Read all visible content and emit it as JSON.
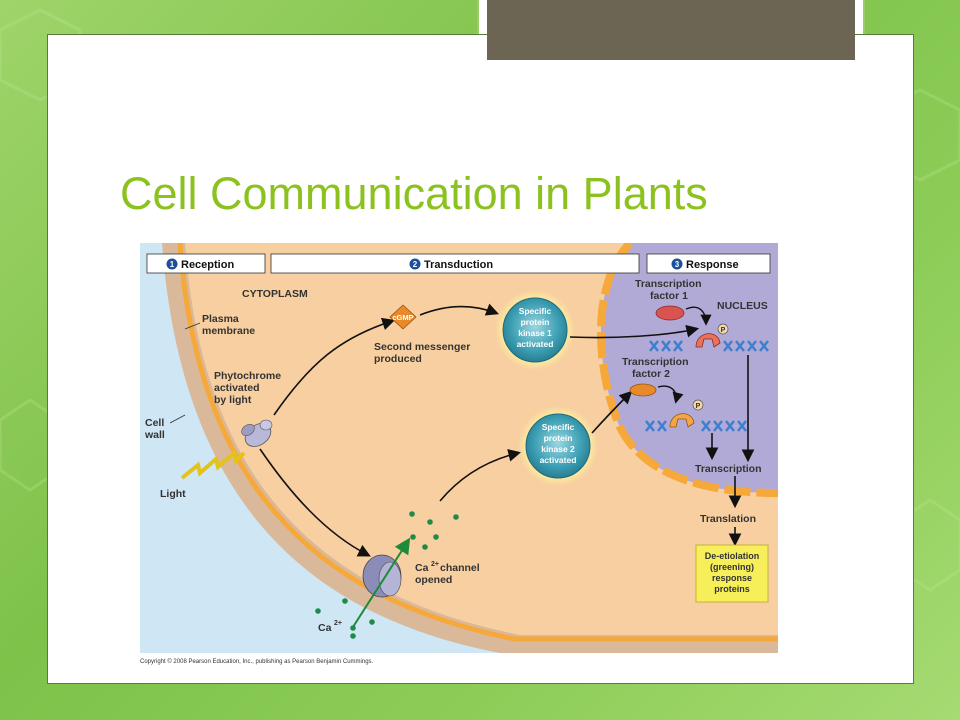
{
  "slide": {
    "title": "Cell Communication in Plants",
    "copyright": "Copyright © 2008 Pearson Education, Inc., publishing as Pearson Benjamin Cummings."
  },
  "diagram": {
    "stages": [
      {
        "num": "1",
        "label": "Reception"
      },
      {
        "num": "2",
        "label": "Transduction"
      },
      {
        "num": "3",
        "label": "Response"
      }
    ],
    "labels": {
      "cytoplasm": "CYTOPLASM",
      "plasma_membrane_1": "Plasma",
      "plasma_membrane_2": "membrane",
      "cell_wall_1": "Cell",
      "cell_wall_2": "wall",
      "phytochrome_1": "Phytochrome",
      "phytochrome_2": "activated",
      "phytochrome_3": "by light",
      "light": "Light",
      "cgmp": "cGMP",
      "second_messenger_1": "Second messenger",
      "second_messenger_2": "produced",
      "kinase1_1": "Specific",
      "kinase1_2": "protein",
      "kinase1_3": "kinase 1",
      "kinase1_4": "activated",
      "kinase2_1": "Specific",
      "kinase2_2": "protein",
      "kinase2_3": "kinase 2",
      "kinase2_4": "activated",
      "tf1_1": "Transcription",
      "tf1_2": "factor 1",
      "tf2_1": "Transcription",
      "tf2_2": "factor 2",
      "nucleus": "NUCLEUS",
      "p": "P",
      "transcription": "Transcription",
      "translation": "Translation",
      "ca_channel_1": "channel",
      "ca_channel_2": "opened",
      "ca": "Ca",
      "ca_sup": "2+",
      "ca_channel_prefix": "Ca",
      "deetiolation_1": "De-etiolation",
      "deetiolation_2": "(greening)",
      "deetiolation_3": "response",
      "deetiolation_4": "proteins"
    },
    "colors": {
      "cytoplasm": "#f8cfa0",
      "membrane": "#f6a83a",
      "wall": "#d9b99a",
      "outside": "#cfe6f4",
      "nucleus": "#b2aad6",
      "kinase": "#4aa6b8",
      "title": "#8cc21f",
      "response_box": "#f7ef5a"
    }
  }
}
